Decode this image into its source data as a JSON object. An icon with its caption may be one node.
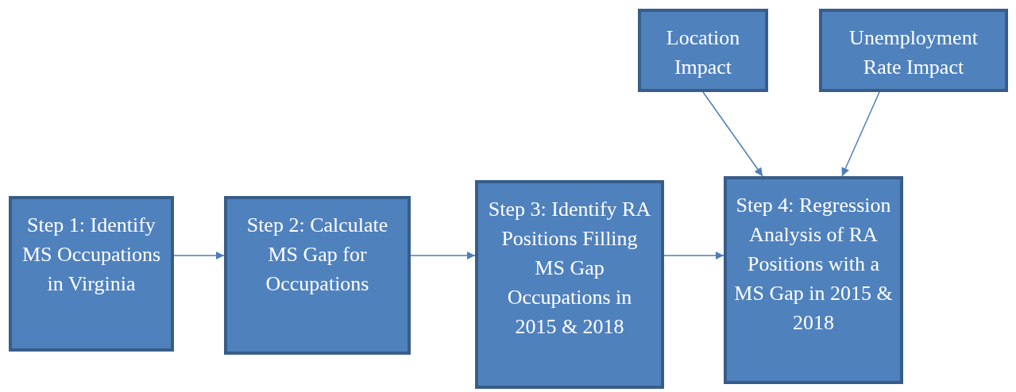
{
  "diagram": {
    "nodes": [
      {
        "text": [
          "Location Impact"
        ]
      },
      {
        "text": [
          "Unemployment Rate Impact"
        ]
      },
      {
        "text": [
          "Step 1: Identify MS Occupations in Virginia"
        ]
      },
      {
        "text": [
          "Step 2: Calculate MS Gap for Occupations"
        ]
      },
      {
        "text": [
          "Step 3: Identify RA Positions Filling MS Gap Occupations in 2015 & 2018"
        ]
      },
      {
        "text": [
          "Step 4: Regression Analysis of RA Positions with a MS Gap in 2015 & 2018"
        ]
      }
    ],
    "edges": [
      {
        "from": 2,
        "to": 3,
        "arrow": "to"
      },
      {
        "from": 3,
        "to": 4,
        "arrow": "to"
      },
      {
        "from": 4,
        "to": 5,
        "arrow": "to"
      },
      {
        "from": 0,
        "to": 5,
        "arrow": "to"
      },
      {
        "from": 1,
        "to": 5,
        "arrow": "to"
      }
    ]
  }
}
